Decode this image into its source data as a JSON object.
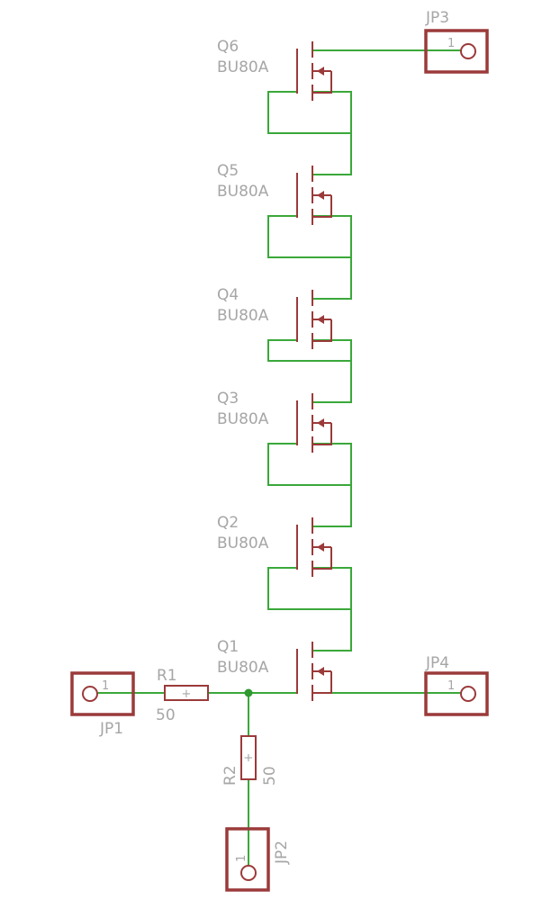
{
  "colors": {
    "wire": "#3aa83a",
    "symbol": "#9b3a3a",
    "label": "#a6a6a6",
    "junction": "#2f9a2f",
    "background": "#ffffff"
  },
  "transistors": [
    {
      "name": "Q6",
      "value": "BU80A"
    },
    {
      "name": "Q5",
      "value": "BU80A"
    },
    {
      "name": "Q4",
      "value": "BU80A"
    },
    {
      "name": "Q3",
      "value": "BU80A"
    },
    {
      "name": "Q2",
      "value": "BU80A"
    },
    {
      "name": "Q1",
      "value": "BU80A"
    }
  ],
  "resistors": [
    {
      "name": "R1",
      "value": "50",
      "mark": "+"
    },
    {
      "name": "R2",
      "value": "50",
      "mark": "+"
    }
  ],
  "connectors": [
    {
      "name": "JP1",
      "pin": "1"
    },
    {
      "name": "JP2",
      "pin": "1"
    },
    {
      "name": "JP3",
      "pin": "1"
    },
    {
      "name": "JP4",
      "pin": "1"
    }
  ]
}
